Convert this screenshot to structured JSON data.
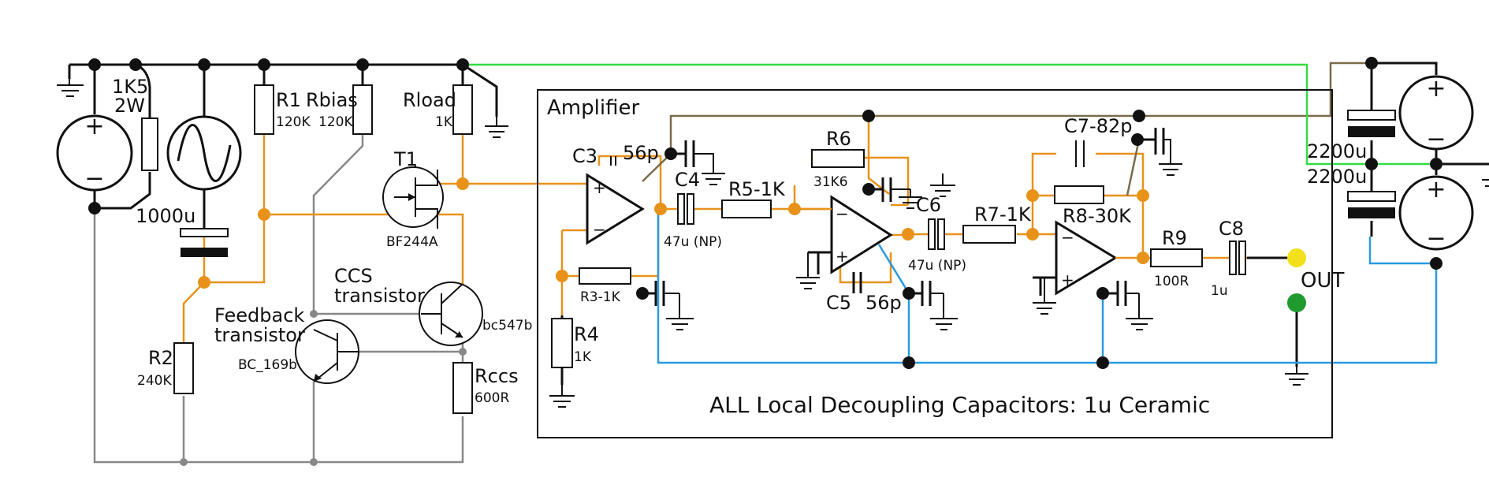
{
  "colors": {
    "wire": "#111111",
    "signal": "#e8921a",
    "bias": "#888888",
    "negative_rail": "#2a9ae0",
    "positive_rail": "#33dd44",
    "mid_rail": "#7a6a4a",
    "out_dot_top": "#f2e01c",
    "out_dot_bottom": "#1f9a2e"
  },
  "labels": {
    "r_1k5": "1K5",
    "r_1k5_power": "2W",
    "c_1000u": "1000u",
    "r1": "R1",
    "r1_val": "120K",
    "rbias": "Rbias",
    "rbias_val": "120K",
    "rload": "Rload",
    "rload_val": "1K",
    "t1": "T1",
    "t1_part": "BF244A",
    "ccs_1": "CCS",
    "ccs_2": "transistor",
    "ccs_part": "bc547b",
    "fb_1": "Feedback",
    "fb_2": "transistor",
    "fb_part": "BC_169b",
    "r2": "R2",
    "r2_val": "240K",
    "rccs": "Rccs",
    "rccs_val": "600R",
    "amp_title": "Amplifier",
    "c3": "C3",
    "c3_val": "56p",
    "c4": "C4",
    "c4_val": "47u (NP)",
    "r5": "R5-1K",
    "r6": "R6",
    "r6_val": "31K6",
    "c5": "C5",
    "c5_val": "56p",
    "c6": "C6",
    "c6_val": "47u (NP)",
    "r7": "R7-1K",
    "c7": "C7-82p",
    "r8": "R8-30K",
    "r3": "R3-1K",
    "r4": "R4",
    "r4_val": "1K",
    "r9": "R9",
    "r9_val": "100R",
    "c8": "C8",
    "c8_val": "1u",
    "out": "OUT",
    "cap_top": "2200u",
    "cap_bottom": "2200u",
    "note": "ALL Local Decoupling Capacitors: 1u Ceramic"
  },
  "glyphs": {
    "plus": "+",
    "minus": "−"
  }
}
